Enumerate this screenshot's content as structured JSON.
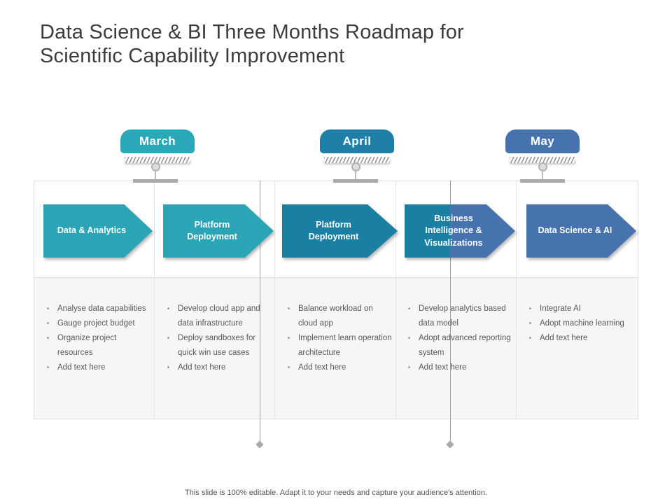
{
  "title": "Data Science & BI Three Months Roadmap for Scientific Capability Improvement",
  "months": [
    {
      "label": "March",
      "color": "#2BA8B8"
    },
    {
      "label": "April",
      "color": "#1F80A7"
    },
    {
      "label": "May",
      "color": "#4673AE"
    }
  ],
  "phases": [
    {
      "label": "Data & Analytics",
      "color": "#2BA5B5",
      "bullets": [
        "Analyse data capabilities",
        "Gauge project budget",
        "Organize project resources",
        "Add text here"
      ]
    },
    {
      "label": "Platform Deployment",
      "color": "#2BA5B5",
      "bullets": [
        "Develop cloud app and data infrastructure",
        "Deploy sandboxes for quick win use cases",
        "Add text here"
      ]
    },
    {
      "label": "Platform Deployment",
      "color": "#1A7FA3",
      "bullets": [
        "Balance workload on cloud app",
        "Implement learn operation architecture",
        "Add text here"
      ]
    },
    {
      "label": "Business Intelligence & Visualizations",
      "color": "#1A7FA3",
      "color2": "#4673AE",
      "bullets": [
        "Develop analytics based data model",
        "Adopt advanced reporting system",
        "Add text here"
      ]
    },
    {
      "label": "Data Science & AI",
      "color": "#4673AE",
      "bullets": [
        "Integrate AI",
        "Adopt machine learning",
        "Add text here"
      ]
    }
  ],
  "bullet_glyph": "•",
  "colors": {
    "teal": "#2BA5B5",
    "mid_teal": "#1A7FA3",
    "blue": "#4673AE",
    "arrow_text": "#FFFFFF",
    "body_row_bg": "#F6F6F7",
    "border_light": "#DCDCDC",
    "border_dark": "#A0A0A0",
    "bullet_text": "#595959"
  },
  "footer": "This slide is 100% editable. Adapt it to your needs and capture your audience's attention."
}
